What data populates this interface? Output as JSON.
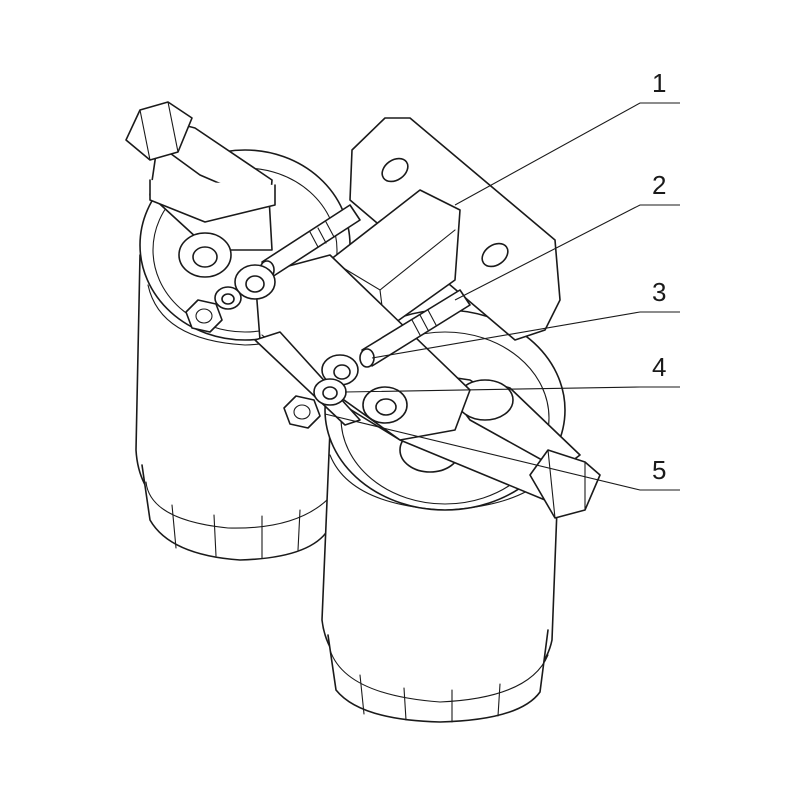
{
  "diagram": {
    "callouts": [
      {
        "label": "1"
      },
      {
        "label": "2"
      },
      {
        "label": "3"
      },
      {
        "label": "4"
      },
      {
        "label": "5"
      }
    ]
  }
}
